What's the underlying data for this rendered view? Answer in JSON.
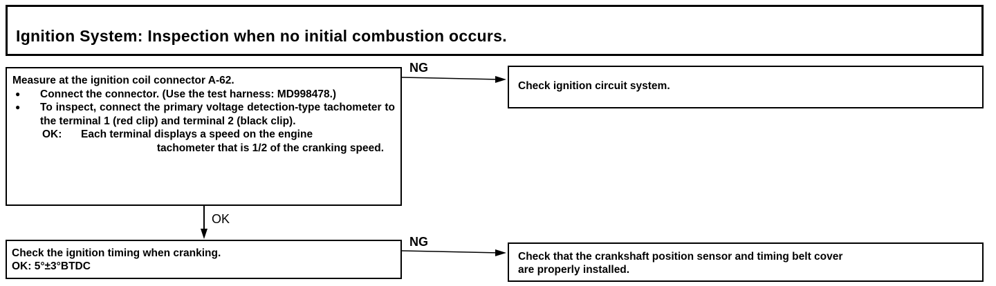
{
  "title": "Ignition System:  Inspection when no initial combustion occurs.",
  "step1": {
    "heading": "Measure at the ignition coil connector A-62.",
    "bullets": [
      "Connect the connector. (Use the test harness: MD998478.)",
      "To inspect, connect the primary voltage detection-type tachometer to the terminal 1 (red clip) and terminal 2 (black clip)."
    ],
    "ok_label": "OK:",
    "ok_text_1": "Each terminal displays a speed on the engine",
    "ok_text_2": "tachometer that is 1/2 of the cranking speed."
  },
  "step2": {
    "line1": "Check the ignition timing when cranking.",
    "ok_label": "OK:",
    "ok_value": "5°±3°BTDC"
  },
  "result1": "Check ignition circuit system.",
  "result2_line1": "Check that the crankshaft position sensor and timing belt cover",
  "result2_line2": "are properly installed.",
  "labels": {
    "ng1": "NG",
    "ng2": "NG",
    "ok": "OK"
  }
}
